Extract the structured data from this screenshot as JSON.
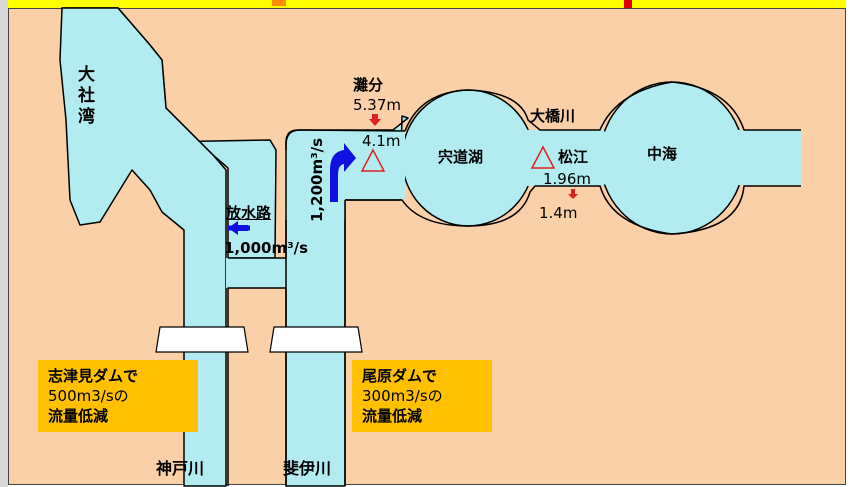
{
  "colors": {
    "land": "#fad0a8",
    "water": "#b2ecf0",
    "header_strip": "#ffff00",
    "note_box": "#ffc000",
    "flow_arrow": "#1010e0",
    "level_arrow": "#e02020",
    "triangle": "#e02020"
  },
  "header": {
    "partial_text": "",
    "title_fragment_color": "#e00000"
  },
  "places": {
    "taisha_bay": [
      "大",
      "社",
      "湾"
    ],
    "shinji_lake": "宍道湖",
    "nakaumi": "中海",
    "ohashi_river": "大橋川",
    "kando_river": "神戸川",
    "hii_river": "斐伊川"
  },
  "stations": {
    "nada": {
      "name": "灘分",
      "level_high": "5.37m",
      "level_low": "4.1m"
    },
    "matsue": {
      "name": "松江",
      "level_high": "1.96m",
      "level_low": "1.4m"
    }
  },
  "flows": {
    "diversion": {
      "name": "放水路",
      "amount": "1,000m³/s"
    },
    "hii_flow": "1,200m³/s"
  },
  "dams": {
    "shitsumi": [
      "志津見ダムで",
      "500m3/sの",
      "流量低減"
    ],
    "obara": [
      "尾原ダムで",
      "300m3/sの",
      "流量低減"
    ]
  },
  "icons": [
    "triangle-marker-icon",
    "red-down-arrow-icon",
    "blue-curved-arrow-icon",
    "blue-left-arrow-icon"
  ]
}
